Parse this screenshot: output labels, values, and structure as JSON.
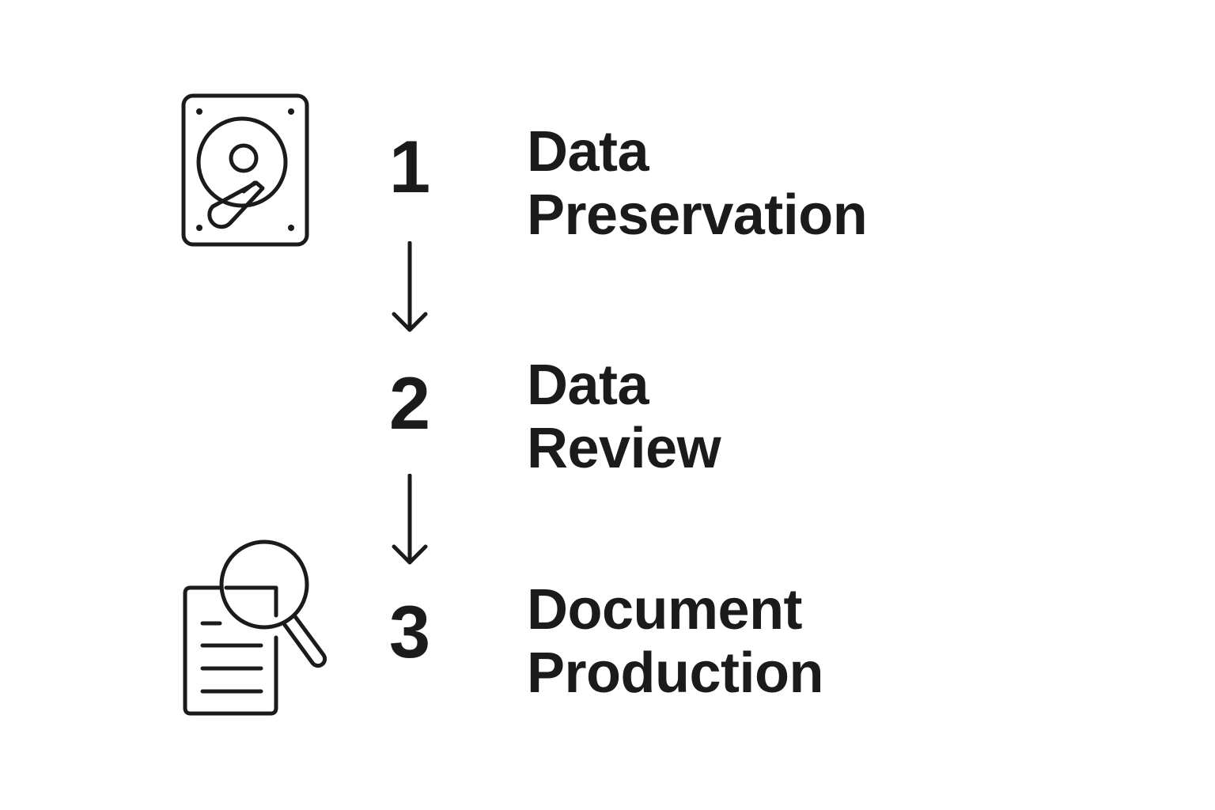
{
  "steps": [
    {
      "number": "1",
      "line1": "Data",
      "line2": "Preservation",
      "icon": "hard-drive-icon"
    },
    {
      "number": "2",
      "line1": "Data",
      "line2": "Review"
    },
    {
      "number": "3",
      "line1": "Document",
      "line2": "Production",
      "icon": "document-search-icon"
    }
  ],
  "colors": {
    "stroke": "#1b1b1b",
    "background": "#ffffff"
  }
}
